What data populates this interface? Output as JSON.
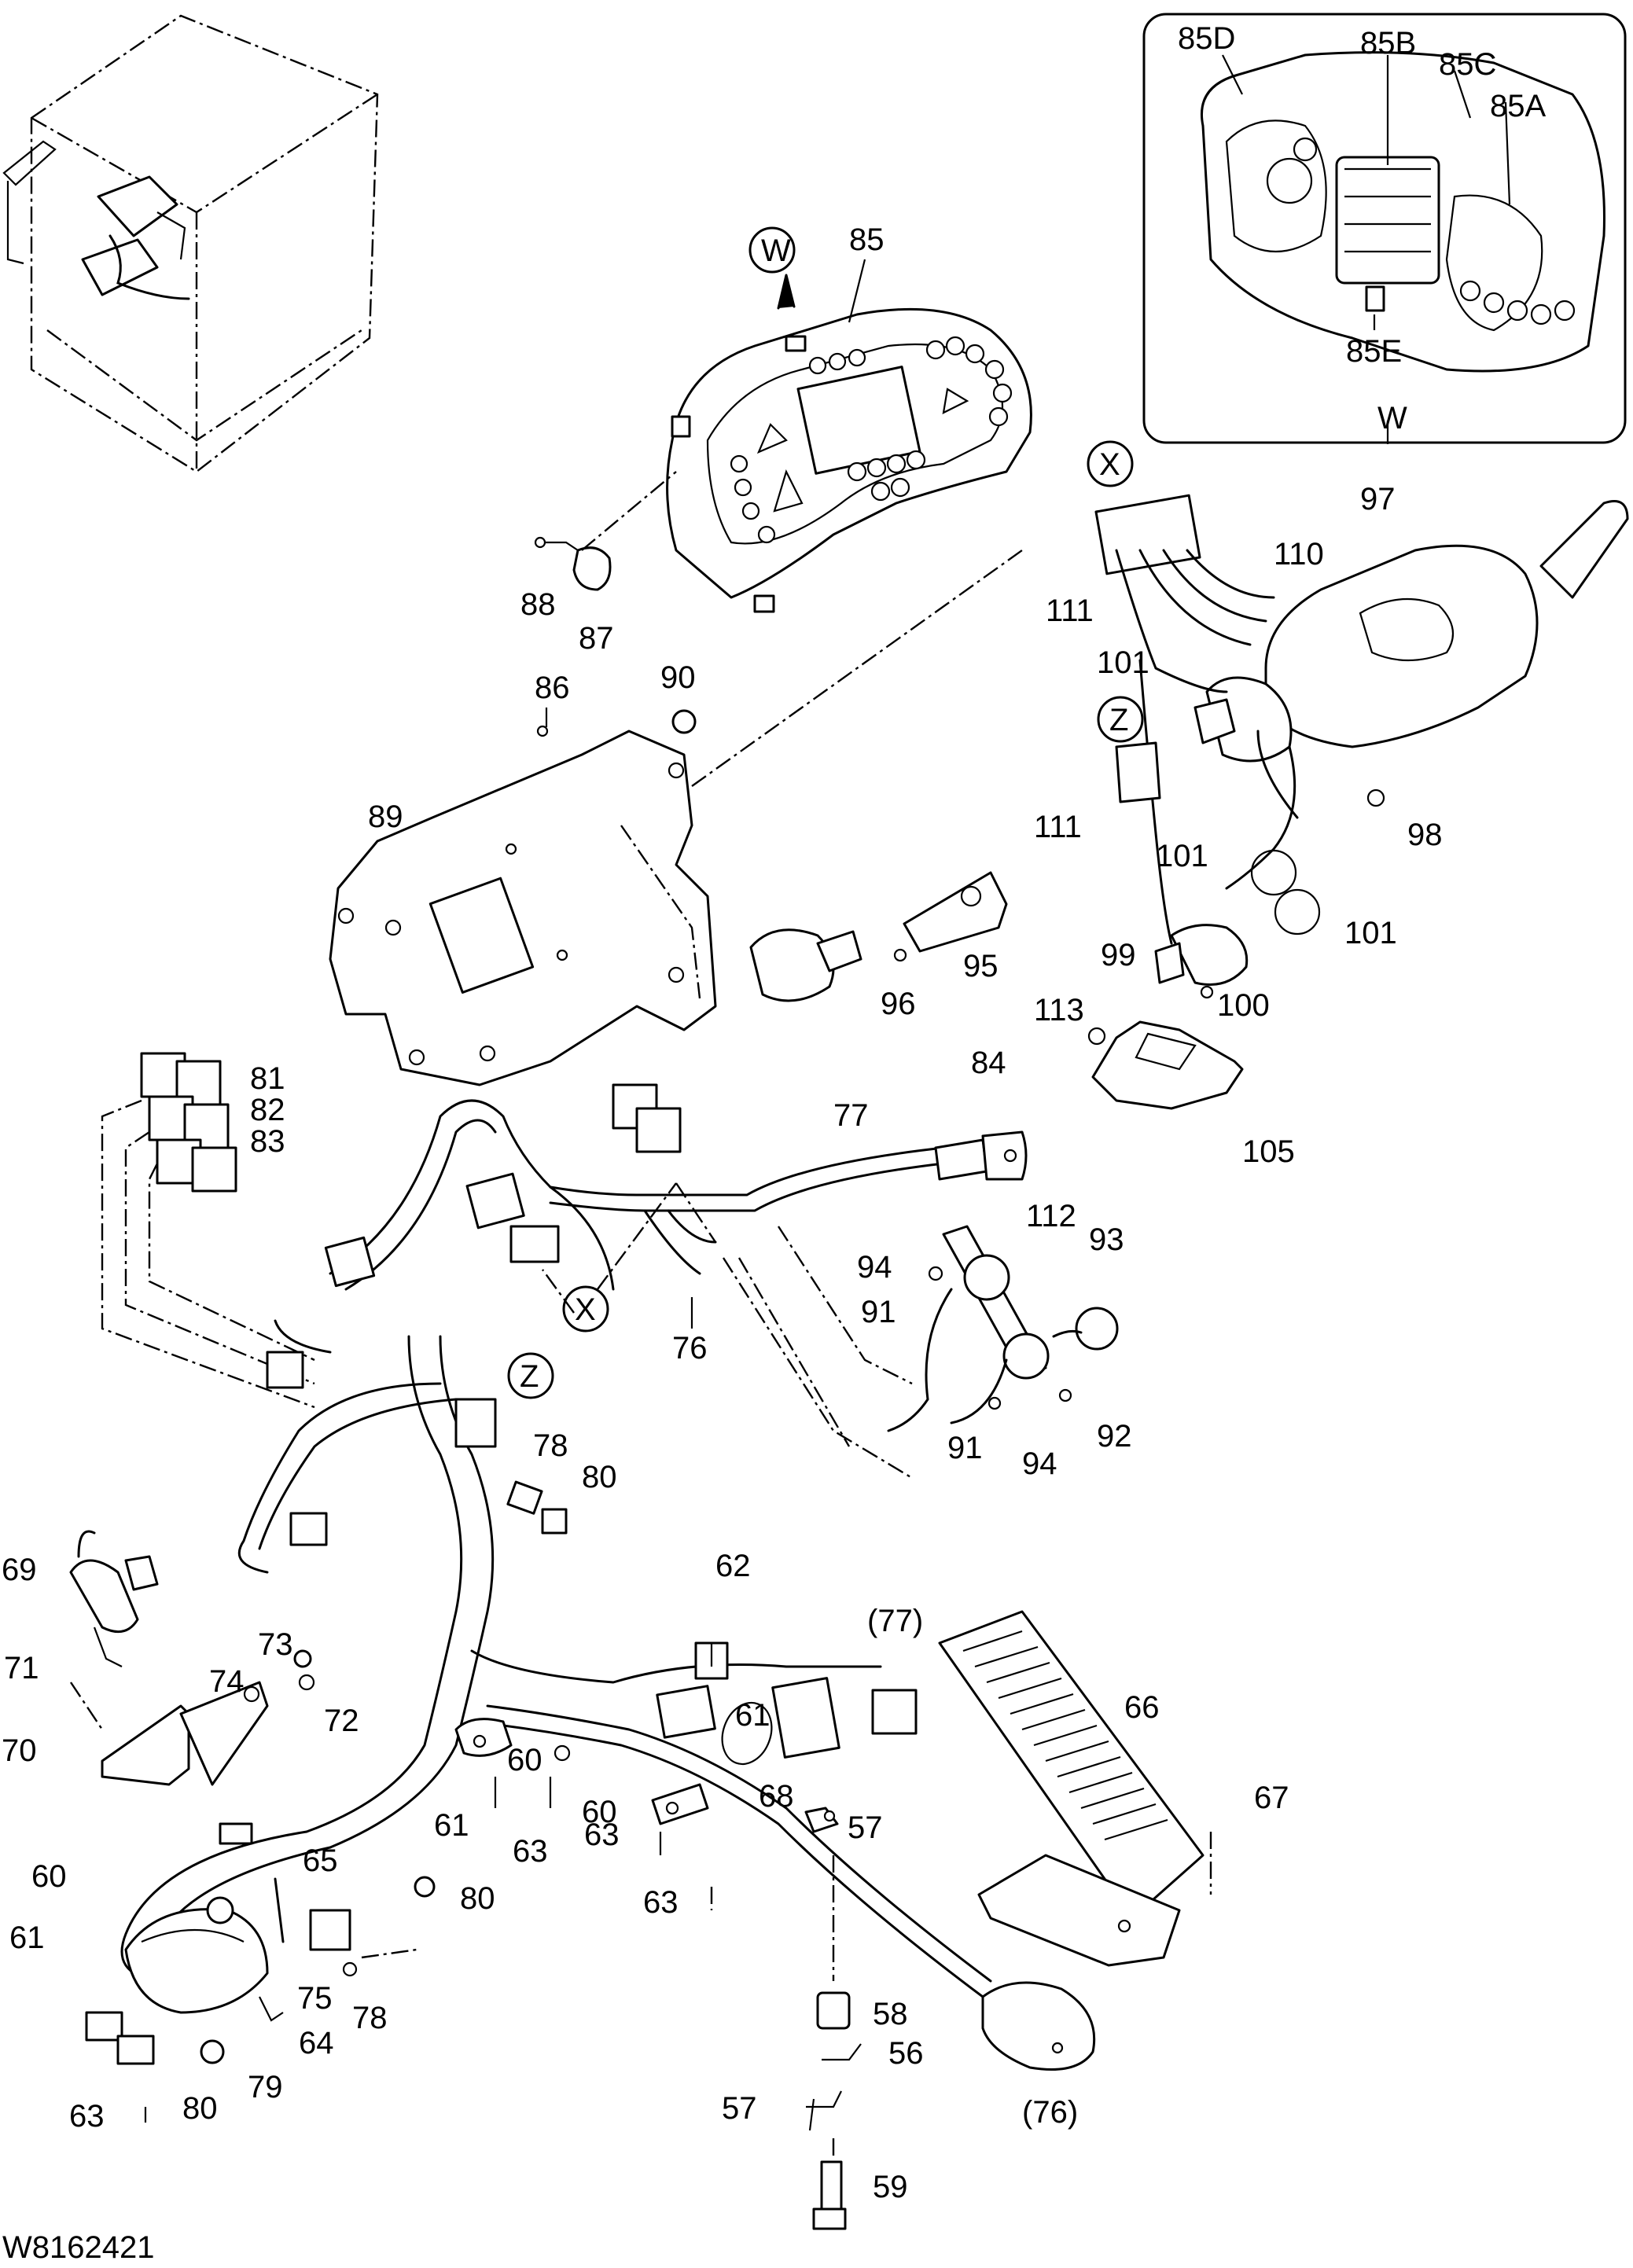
{
  "diagram": {
    "drawing_number": "W8162421",
    "view_label": "W",
    "callouts": {
      "c85": "85",
      "c85A": "85A",
      "c85B": "85B",
      "c85C": "85C",
      "c85D": "85D",
      "c85E": "85E",
      "c86": "86",
      "c87": "87",
      "c88": "88",
      "c89": "89",
      "c90": "90",
      "c97": "97",
      "c110": "110",
      "c111a": "111",
      "c111b": "111",
      "c101a": "101",
      "c101b": "101",
      "c101c": "101",
      "c98": "98",
      "c99": "99",
      "c100": "100",
      "c95": "95",
      "c96": "96",
      "c113": "113",
      "c105": "105",
      "c81": "81",
      "c82": "82",
      "c83": "83",
      "c84": "84",
      "c77": "77",
      "c112": "112",
      "c93": "93",
      "c94a": "94",
      "c94b": "94",
      "c91a": "91",
      "c91b": "91",
      "c92": "92",
      "c76": "76",
      "c78a": "78",
      "c80a": "80",
      "c69": "69",
      "c71": "71",
      "c73": "73",
      "c74": "74",
      "c72": "72",
      "c70": "70",
      "c62": "62",
      "c77p": "(77)",
      "c66": "66",
      "c61a": "61",
      "c60a": "60",
      "c60b": "60",
      "c61b": "61",
      "c63a": "63",
      "c63b": "63",
      "c68": "68",
      "c57a": "57",
      "c63c": "63",
      "c67": "67",
      "c60c": "60",
      "c65": "65",
      "c80b": "80",
      "c61c": "61",
      "c75": "75",
      "c78b": "78",
      "c64": "64",
      "c58": "58",
      "c56": "56",
      "c79": "79",
      "c80c": "80",
      "c63d": "63",
      "c57b": "57",
      "c76p": "(76)",
      "c59": "59"
    },
    "markers": {
      "W": "W",
      "X1": "X",
      "Z1": "Z",
      "X2": "X",
      "Z2": "Z"
    }
  }
}
